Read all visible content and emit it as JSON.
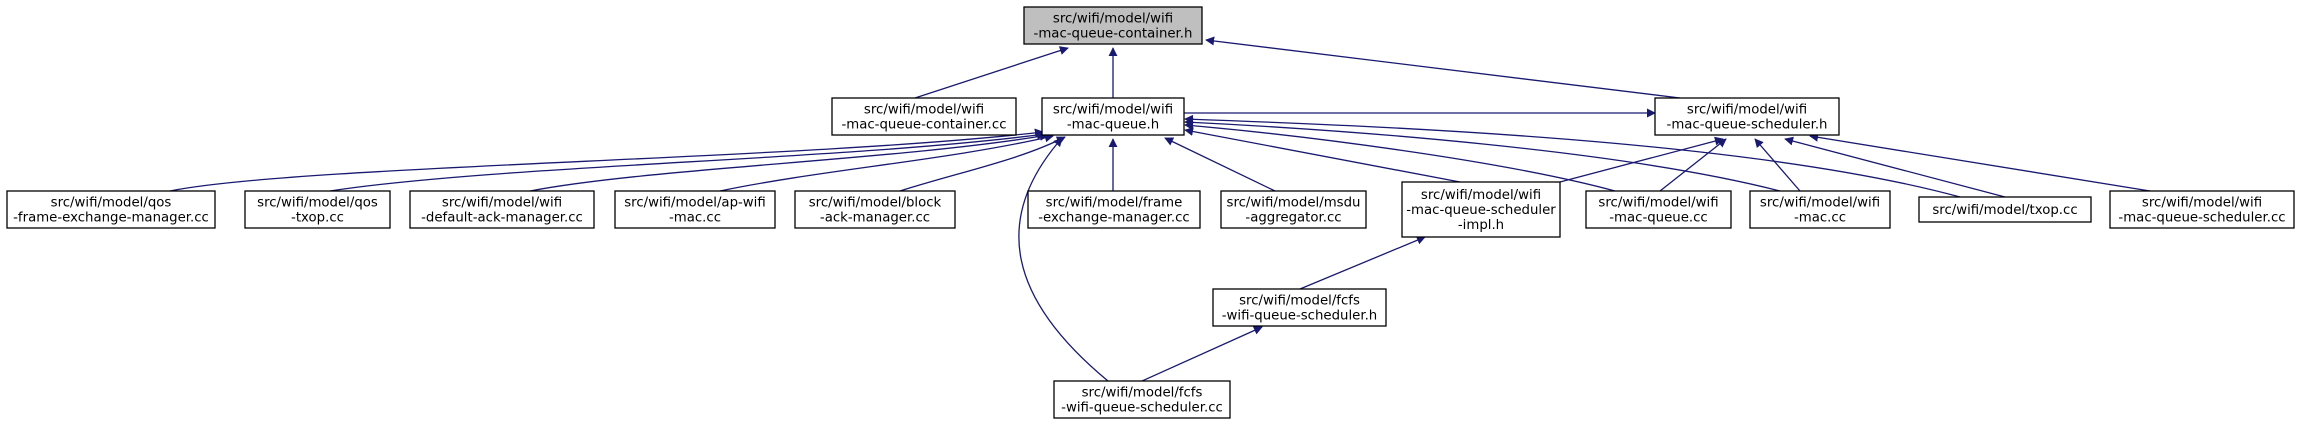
{
  "colors": {
    "edge": "#191970",
    "root_fill": "#bfbfbf",
    "node_fill": "#ffffff",
    "node_border": "#000000"
  },
  "nodes": [
    {
      "id": "root",
      "lines": [
        "src/wifi/model/wifi",
        "-mac-queue-container.h"
      ]
    },
    {
      "id": "mqc_cc",
      "lines": [
        "src/wifi/model/wifi",
        "-mac-queue-container.cc"
      ]
    },
    {
      "id": "mq_h",
      "lines": [
        "src/wifi/model/wifi",
        "-mac-queue.h"
      ]
    },
    {
      "id": "mqs_h",
      "lines": [
        "src/wifi/model/wifi",
        "-mac-queue-scheduler.h"
      ]
    },
    {
      "id": "qos_fem",
      "lines": [
        "src/wifi/model/qos",
        "-frame-exchange-manager.cc"
      ]
    },
    {
      "id": "qos_txop",
      "lines": [
        "src/wifi/model/qos",
        "-txop.cc"
      ]
    },
    {
      "id": "def_ack",
      "lines": [
        "src/wifi/model/wifi",
        "-default-ack-manager.cc"
      ]
    },
    {
      "id": "ap_mac",
      "lines": [
        "src/wifi/model/ap-wifi",
        "-mac.cc"
      ]
    },
    {
      "id": "block_ack",
      "lines": [
        "src/wifi/model/block",
        "-ack-manager.cc"
      ]
    },
    {
      "id": "fem",
      "lines": [
        "src/wifi/model/frame",
        "-exchange-manager.cc"
      ]
    },
    {
      "id": "msdu",
      "lines": [
        "src/wifi/model/msdu",
        "-aggregator.cc"
      ]
    },
    {
      "id": "mqs_impl",
      "lines": [
        "src/wifi/model/wifi",
        "-mac-queue-scheduler",
        "-impl.h"
      ]
    },
    {
      "id": "mq_cc",
      "lines": [
        "src/wifi/model/wifi",
        "-mac-queue.cc"
      ]
    },
    {
      "id": "wmac_cc",
      "lines": [
        "src/wifi/model/wifi",
        "-mac.cc"
      ]
    },
    {
      "id": "txop_cc",
      "lines": [
        "src/wifi/model/txop.cc"
      ]
    },
    {
      "id": "mqs_cc",
      "lines": [
        "src/wifi/model/wifi",
        "-mac-queue-scheduler.cc"
      ]
    },
    {
      "id": "fcfs_h",
      "lines": [
        "src/wifi/model/fcfs",
        "-wifi-queue-scheduler.h"
      ]
    },
    {
      "id": "fcfs_cc",
      "lines": [
        "src/wifi/model/fcfs",
        "-wifi-queue-scheduler.cc"
      ]
    }
  ]
}
